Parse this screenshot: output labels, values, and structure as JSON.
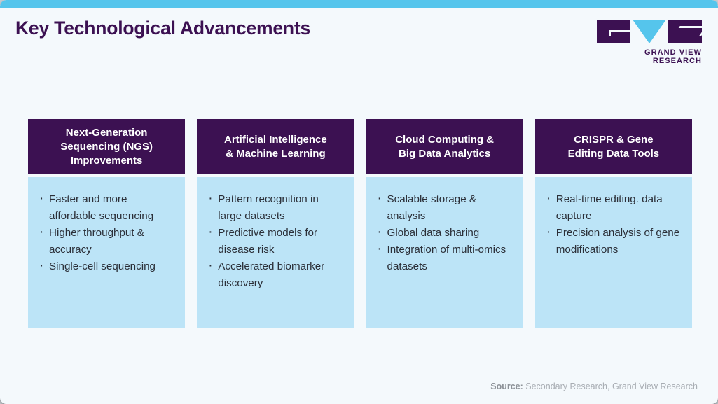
{
  "slide": {
    "title": "Key Technological Advancements",
    "accent_color": "#55c5ec",
    "header_color": "#3c1152",
    "body_color": "#bce4f7",
    "background_color": "#f4f9fc"
  },
  "logo": {
    "wordmark": "GRAND VIEW RESEARCH"
  },
  "cards": [
    {
      "title": "Next-Generation Sequencing (NGS) Improvements",
      "title_lines": [
        "Next-Generation",
        "Sequencing (NGS)",
        "Improvements"
      ],
      "bullets": [
        "Faster and more affordable sequencing",
        "Higher throughput & accuracy",
        "Single-cell sequencing"
      ]
    },
    {
      "title": "Artificial Intelligence & Machine Learning",
      "title_lines": [
        "Artificial Intelligence",
        "& Machine Learning"
      ],
      "bullets": [
        "Pattern recognition in large datasets",
        "Predictive models for disease risk",
        "Accelerated biomarker discovery"
      ]
    },
    {
      "title": "Cloud Computing & Big Data Analytics",
      "title_lines": [
        "Cloud Computing &",
        "Big Data Analytics"
      ],
      "bullets": [
        "Scalable storage & analysis",
        "Global data sharing",
        "Integration of multi-omics datasets"
      ]
    },
    {
      "title": "CRISPR & Gene Editing Data Tools",
      "title_lines": [
        "CRISPR & Gene",
        "Editing Data Tools"
      ],
      "bullets": [
        "Real-time editing. data capture",
        "Precision analysis of gene modifications"
      ]
    }
  ],
  "footer": {
    "source_label": "Source:",
    "source_text": "Secondary Research, Grand View Research"
  }
}
